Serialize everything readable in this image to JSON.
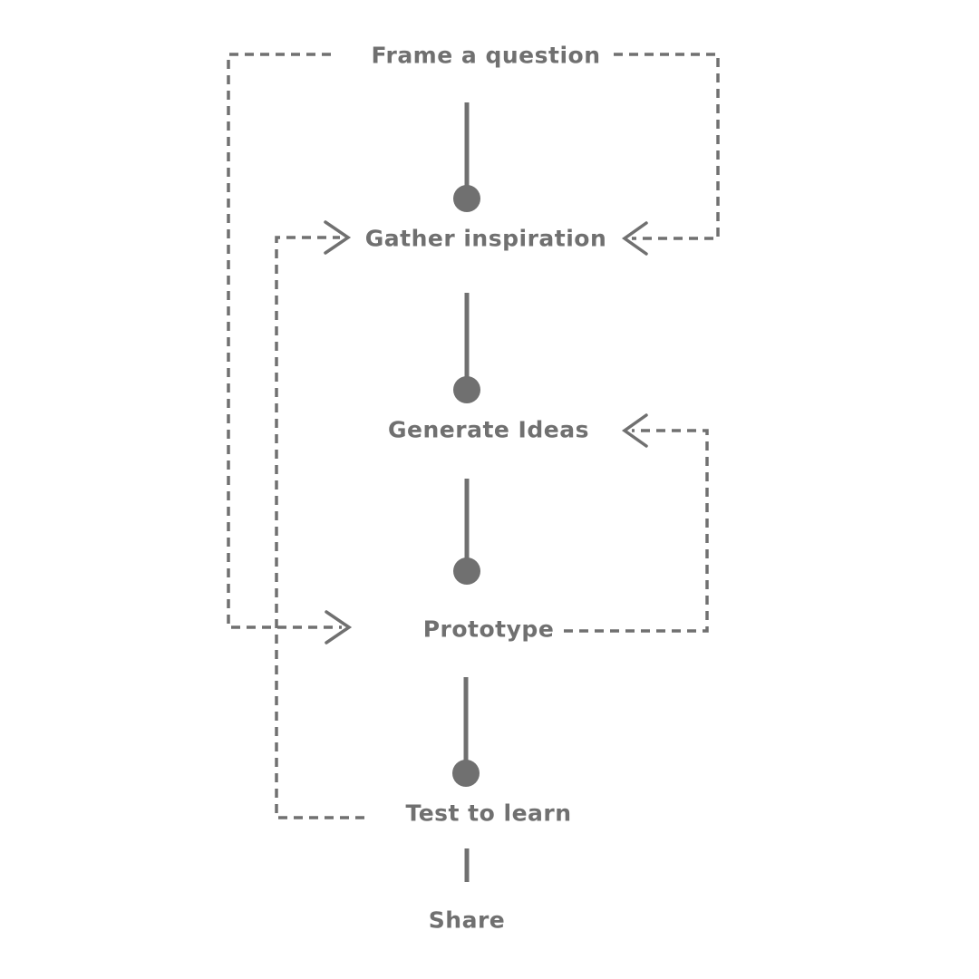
{
  "steps": {
    "frame": "Frame a question",
    "gather": "Gather inspiration",
    "generate": "Generate Ideas",
    "prototype": "Prototype",
    "test": "Test to learn",
    "share": "Share"
  },
  "colors": {
    "ink": "#707070",
    "background": "#ffffff"
  }
}
